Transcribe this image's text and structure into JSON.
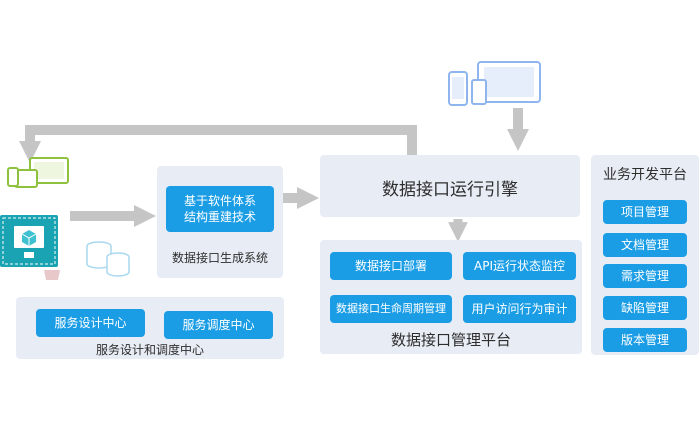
{
  "engine": {
    "title": "数据接口运行引擎"
  },
  "generation_system": {
    "title": "数据接口生成系统",
    "tech_button": {
      "line1": "基于软件体系",
      "line2": "结构重建技术"
    }
  },
  "service_center": {
    "title": "服务设计和调度中心",
    "buttons": [
      "服务设计中心",
      "服务调度中心"
    ]
  },
  "management_platform": {
    "title": "数据接口管理平台",
    "buttons": [
      "数据接口部署",
      "API运行状态监控",
      "数据接口生命周期管理",
      "用户访问行为审计"
    ]
  },
  "business_platform": {
    "title": "业务开发平台",
    "buttons": [
      "项目管理",
      "文档管理",
      "需求管理",
      "缺陷管理",
      "版本管理"
    ]
  },
  "colors": {
    "accent_blue": "#1b9de6",
    "panel_bg": "#e8edf5",
    "arrow_gray": "#c5c5c5",
    "device_blue": "#8fb5ee",
    "device_green": "#8ec23c",
    "server_teal": "#1aa3b2"
  },
  "icons": [
    "mobile-devices-icon",
    "green-devices-icon",
    "desktop-cube-icon",
    "database-icon"
  ]
}
